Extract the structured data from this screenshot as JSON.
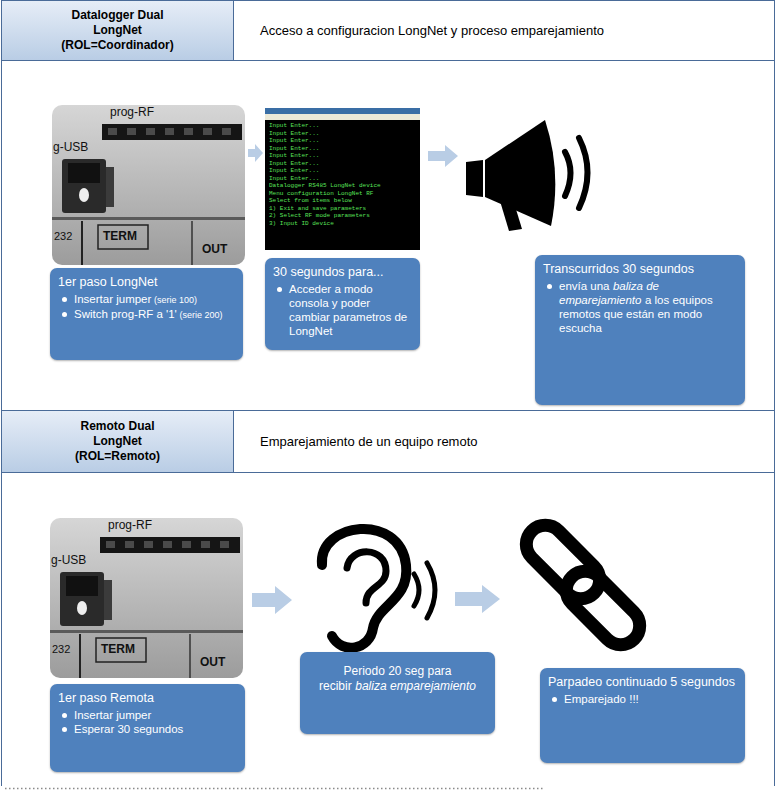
{
  "diagram": {
    "nodes": [
      {
        "text": [
          "Datalogger Dual LongNet (ROL=Coordinador)"
        ]
      },
      {
        "text": [
          "Acceso a configuracion LongNet y proceso emparejamiento"
        ]
      },
      {
        "text": [
          "1er paso LongNet",
          "Insertar jumper",
          "(serie 100)",
          "Switch prog-RF a '1'",
          "(serie 200)"
        ]
      },
      {
        "text": [
          "30 segundos para...",
          "Acceder a modo consola y poder cambiar parametros de LongNet"
        ]
      },
      {
        "text": [
          "Transcurridos 30 segundos",
          "envía una",
          "baliza de emparejamiento",
          "a los equipos remotos que están en modo escucha"
        ]
      },
      {
        "text": [
          "Remoto Dual LongNet (ROL=Remoto)"
        ]
      },
      {
        "text": [
          "Emparejamiento de un equipo remoto"
        ]
      },
      {
        "text": [
          "1er paso Remota",
          "Insertar jumper",
          "Esperar 30 segundos"
        ]
      },
      {
        "text": [
          "Periodo 20 seg para recibir",
          "baliza emparejamiento"
        ]
      },
      {
        "text": [
          "Parpadeo continuado 5 segundos",
          "Emparejado !!!"
        ]
      }
    ],
    "labels": [
      "prog-RF",
      "g-USB",
      "232",
      "TERM",
      "OUT",
      "Input Enter...",
      "Input Enter...",
      "Input Enter...",
      "Input Enter...",
      "Input Enter...",
      "Input Enter...",
      "Input Enter...",
      "Input Enter...",
      "Datalogger RS485 LongNet device",
      "Menu configuration LongNet RF",
      "Select from items below",
      "1) Exit and save parameters",
      "2) Select RF mode parameters",
      "3) Input ID device",
      "prog-RF",
      "g-USB",
      "232",
      "TERM",
      "OUT"
    ]
  }
}
